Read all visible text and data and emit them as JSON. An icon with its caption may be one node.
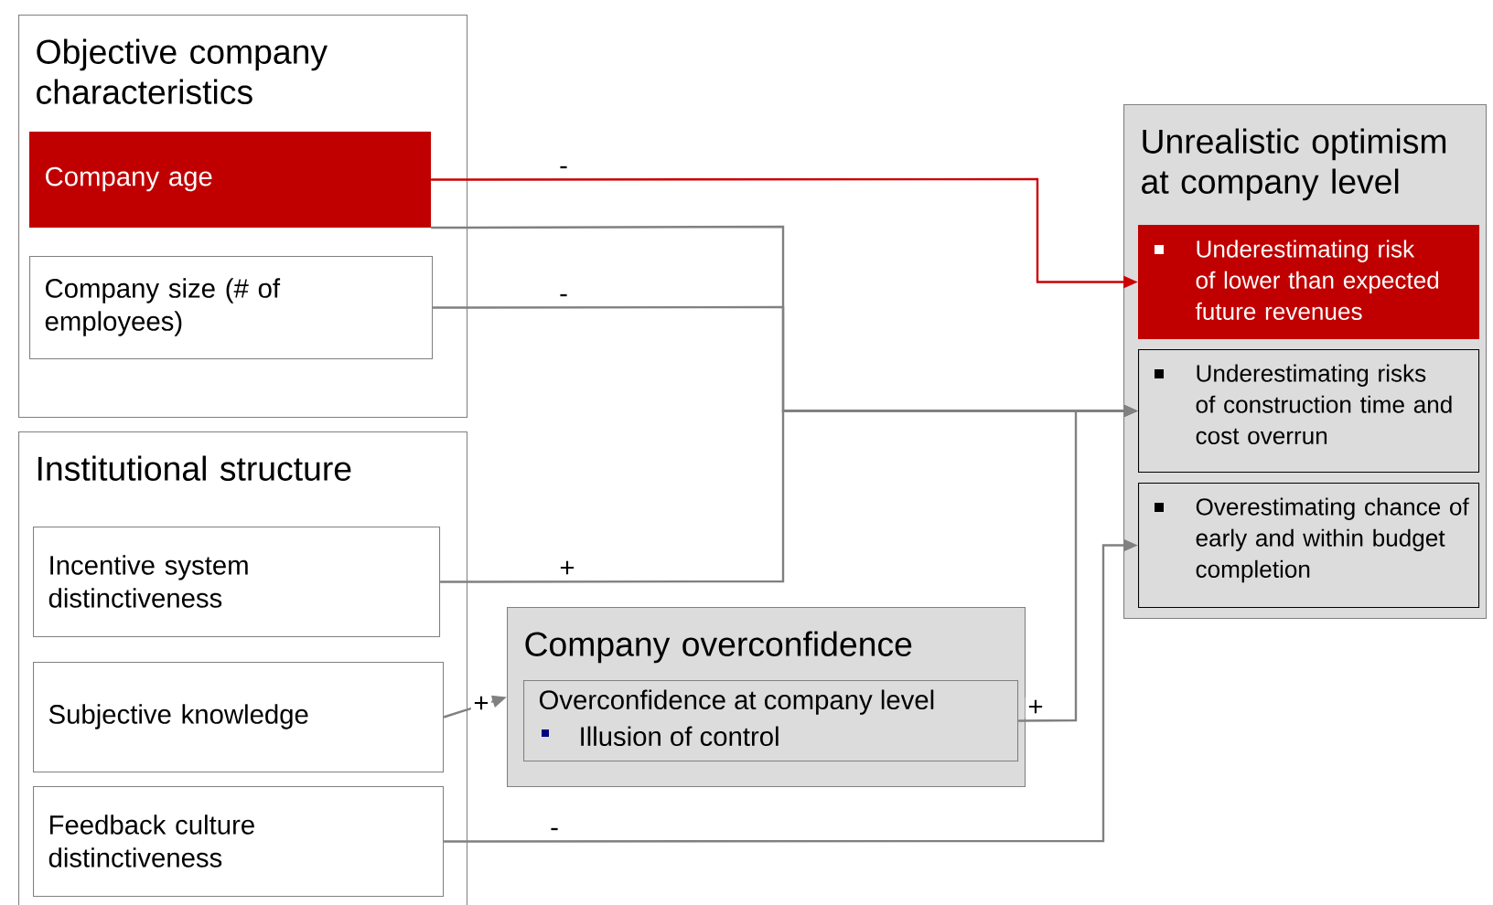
{
  "diagram": {
    "nodes": [
      {
        "text": [
          "Objective company characteristics"
        ]
      },
      {
        "text": [
          "Company age"
        ],
        "in": 0
      },
      {
        "text": [
          "Company size (# of employees)"
        ],
        "in": 0
      },
      {
        "text": [
          "Institutional structure"
        ]
      },
      {
        "text": [
          "Incentive system distinctiveness"
        ],
        "in": 3
      },
      {
        "text": [
          "Subjective knowledge"
        ],
        "in": 3
      },
      {
        "text": [
          "Feedback culture distinctiveness"
        ],
        "in": 3
      },
      {
        "text": [
          "Company overconfidence"
        ]
      },
      {
        "text": [
          "Overconfidence at company level",
          "Illusion of control"
        ],
        "in": 7
      },
      {
        "text": [
          "Unrealistic optimism at company level"
        ]
      },
      {
        "text": [
          "Underestimating risk of lower than expected future revenues"
        ],
        "in": 9
      },
      {
        "text": [
          "Underestimating risks of construction time and cost overrun"
        ],
        "in": 9
      },
      {
        "text": [
          "Overestimating chance of early and within budget completion"
        ],
        "in": 9
      }
    ],
    "edges": [
      {
        "from": 1,
        "to": 10,
        "arrow": "to",
        "label": "-",
        "color": "#cc0000"
      },
      {
        "from": 1,
        "to": 11,
        "arrow": "to"
      },
      {
        "from": 2,
        "to": 11,
        "arrow": "to",
        "label": "-"
      },
      {
        "from": 4,
        "to": 11,
        "arrow": "to",
        "label": "+"
      },
      {
        "from": 5,
        "to": 7,
        "arrow": "to",
        "label": "+"
      },
      {
        "from": 8,
        "to": 11,
        "arrow": "to",
        "label": "+"
      },
      {
        "from": 6,
        "to": 12,
        "arrow": "to",
        "label": "-"
      }
    ]
  }
}
